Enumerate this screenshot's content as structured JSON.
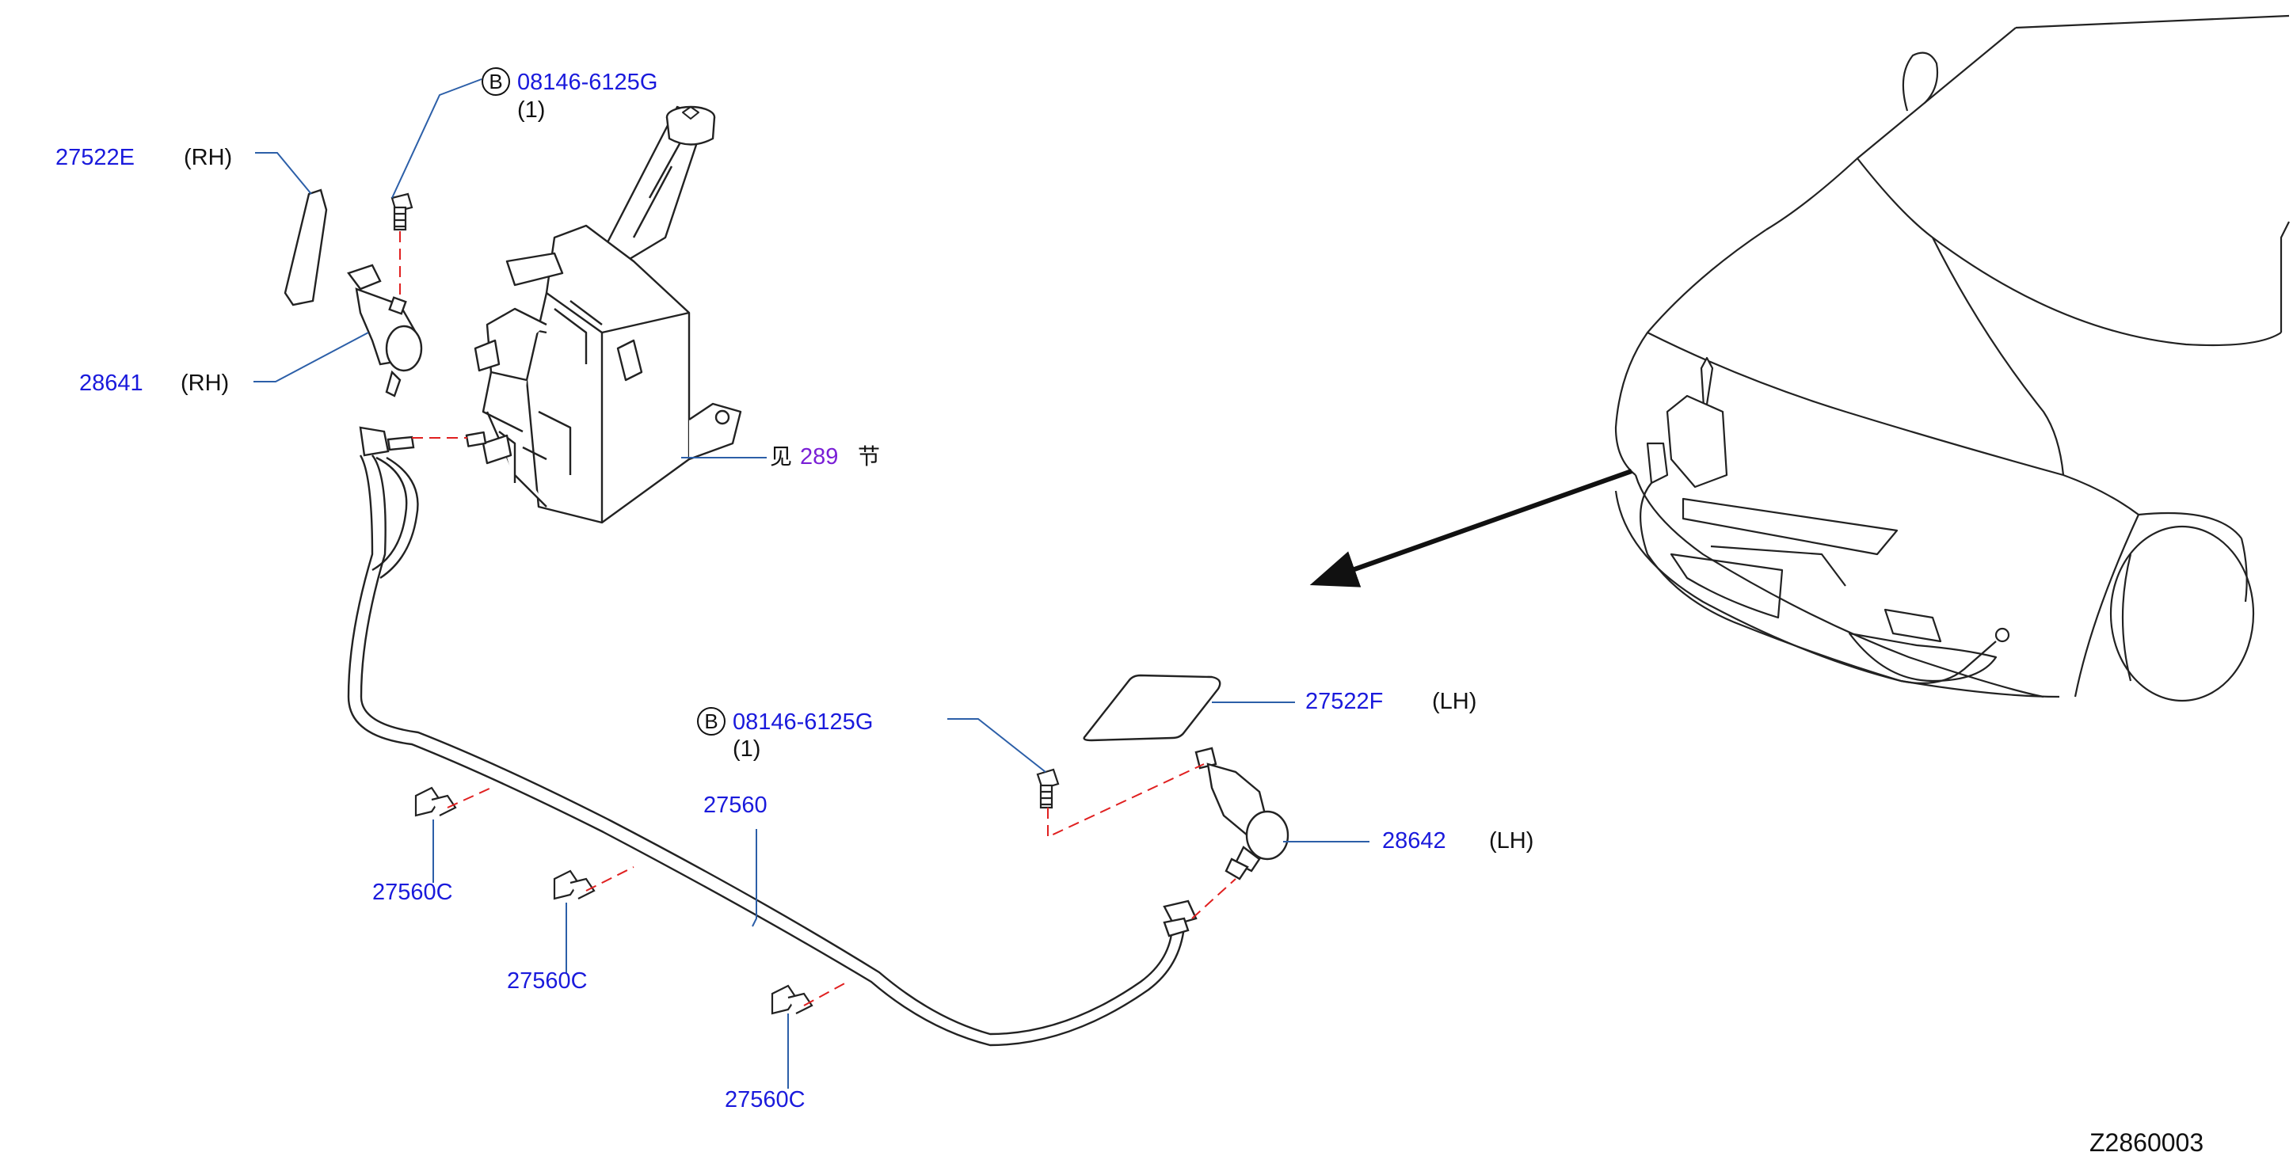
{
  "callouts": {
    "nozzle_cover_rh": {
      "part": "27522E",
      "side": "(RH)"
    },
    "nozzle_rh": {
      "part": "28641",
      "side": "(RH)"
    },
    "bolt_top": {
      "circle": "B",
      "part": "08146-6125G",
      "qty": "(1)"
    },
    "tank_ref": {
      "prefix": "见",
      "section": "289",
      "suffix": "节"
    },
    "bolt_mid": {
      "circle": "B",
      "part": "08146-6125G",
      "qty": "(1)"
    },
    "nozzle_cover_lh": {
      "part": "27522F",
      "side": "(LH)"
    },
    "nozzle_lh": {
      "part": "28642",
      "side": "(LH)"
    },
    "hose": {
      "part": "27560"
    },
    "clip_1": {
      "part": "27560C"
    },
    "clip_2": {
      "part": "27560C"
    },
    "clip_3": {
      "part": "27560C"
    }
  },
  "diagram_code": "Z2860003",
  "colors": {
    "part_number": "#1a1adc",
    "reference_link": "#7a1fd6",
    "text": "#111111",
    "leader_line": "#2c5fa8",
    "dash_line": "#e02020",
    "drawing": "#222222"
  }
}
